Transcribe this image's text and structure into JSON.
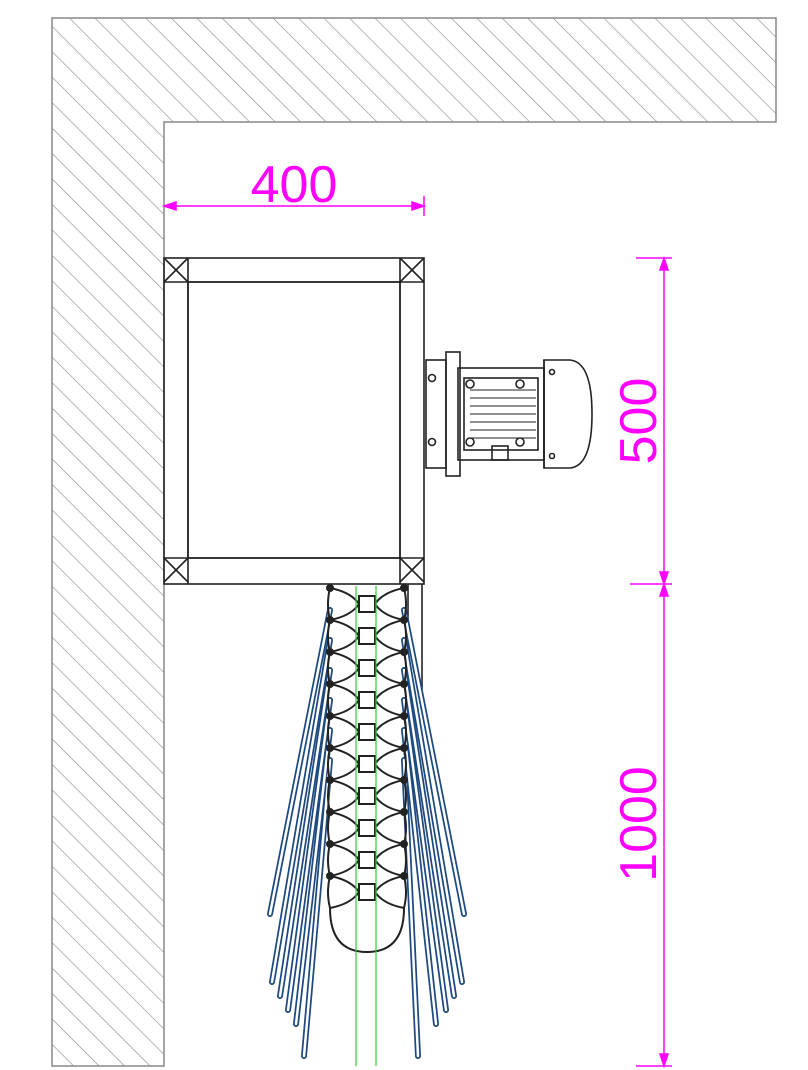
{
  "drawing": {
    "dimensions": {
      "width_label": "400",
      "upper_height_label": "500",
      "lower_height_label": "1000"
    },
    "colors": {
      "dimension": "#ff00ff",
      "outline": "#222222",
      "wall_hatch": "#888888",
      "cable": "#1e4a80",
      "centerline": "#33cc33"
    }
  }
}
